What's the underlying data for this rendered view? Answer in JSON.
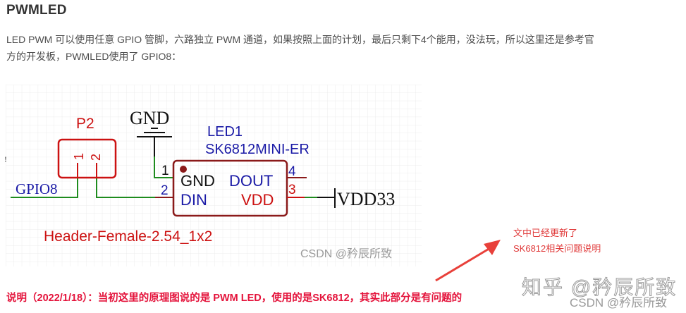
{
  "article": {
    "heading": "PWMLED",
    "paragraph_line1": "LED PWM 可以使用任意 GPIO 管脚，六路独立 PWM 通道，如果按照上面的计划，最后只剩下4个能用，没法玩，所以这里还是参考官",
    "paragraph_line2": "方的开发板，PWMLED使用了 GPIO8："
  },
  "schematic": {
    "net_label_left": "GPIO8",
    "connector_ref": "P2",
    "connector_pin1": "1",
    "connector_pin2": "2",
    "connector_value": "Header-Female-2.54_1x2",
    "gnd_label": "GND",
    "led_ref": "LED1",
    "led_value": "SK6812MINI-ER",
    "pin_gnd_num": "1",
    "pin_din_num": "2",
    "pin_vdd_num": "3",
    "pin_dout_num": "4",
    "pin_gnd_name": "GND",
    "pin_din_name": "DIN",
    "pin_dout_name": "DOUT",
    "pin_vdd_name": "VDD",
    "power_label": "VDD33",
    "watermark": "CSDN @矜辰所致"
  },
  "annotation": {
    "line1": "文中已经更新了",
    "line2": "SK6812相关问题说明"
  },
  "note": {
    "text": "说明（2022/1/18）：当初这里的原理图说的是 PWM LED，使用的是SK6812，其实此部分是有问题的"
  },
  "watermarks": {
    "zhihu": "知乎 @矜辰所致",
    "csdn": "CSDN @矜辰所致"
  },
  "colors": {
    "heading": "#333333",
    "body_text": "#4d4d4d",
    "note_red": "#e4133b",
    "schematic_red": "#cc1111",
    "schematic_blue": "#1a1aa6",
    "wire_green": "#1e8c1e",
    "component_outline": "#8b1a1a"
  }
}
